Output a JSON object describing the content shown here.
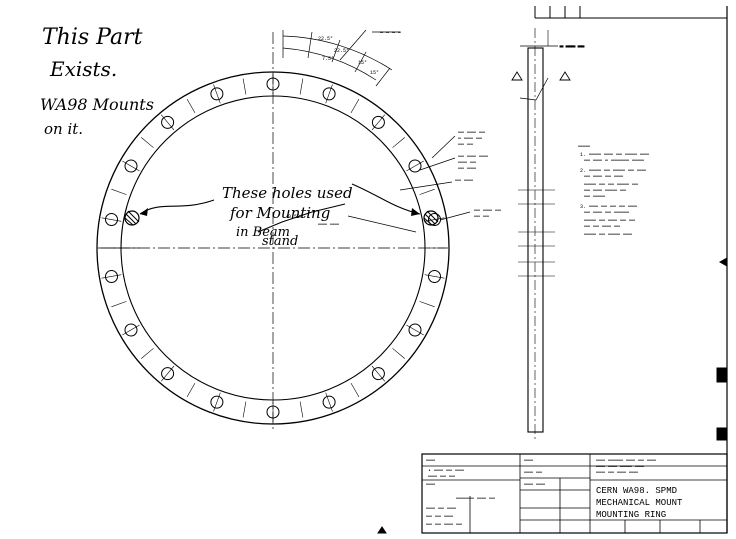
{
  "annotations": {
    "line1": "This Part",
    "line2": "Exists.",
    "line3": "WA98 Mounts",
    "line4": "on it."
  },
  "callout": {
    "line1": "These holes used",
    "line2": "for Mounting",
    "line3": "in Beam",
    "line4": "stand"
  },
  "title_block": {
    "line1": "CERN WA98. SPMD",
    "line2": "MECHANICAL MOUNT",
    "line3": "MOUNTING RING"
  },
  "colors": {
    "ink": "#000000",
    "paper": "#ffffff"
  },
  "icons": {
    "arrow": "triangle-arrow-icon",
    "datum": "datum-triangle-icon"
  }
}
